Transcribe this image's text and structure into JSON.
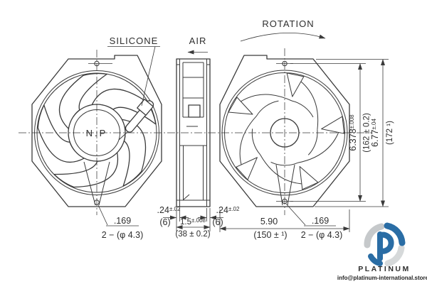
{
  "drawing": {
    "labels": {
      "silicone": "SILICONE",
      "air": "AIR",
      "rotation": "ROTATION",
      "hub_marking": "N.P"
    },
    "dims": {
      "hole_left_inch": ".169",
      "hole_left_note": "2 − (φ 4.3)",
      "hole_right_inch": ".169",
      "hole_right_note": "2 − (φ 4.3)",
      "flange_left_inch": ".24",
      "flange_left_tol": "±.02",
      "flange_left_mm": "(6)",
      "flange_right_inch": ".24",
      "flange_right_tol": "±.02",
      "flange_right_mm": "(6)",
      "depth_inch": "1.5",
      "depth_tol": "±.008",
      "depth_mm": "(38 ± 0.2)",
      "pitch_h_inch": "5.90",
      "pitch_h_mm": "(150 ± ¹)",
      "pitch_v_inch": "6.378",
      "pitch_v_tol": "±.008",
      "pitch_v_mm": "(162 ± 0.2)",
      "height_inch": "6.77",
      "height_tol": "±.04",
      "height_mm": "(172 ¹)"
    }
  },
  "watermark": {
    "brand": "PLATINUM",
    "email": "info@platinum-international.store"
  },
  "colors": {
    "line": "#3a3a3a",
    "brand_blue": "#2a6da5",
    "brand_gray": "#c6c9cb"
  }
}
